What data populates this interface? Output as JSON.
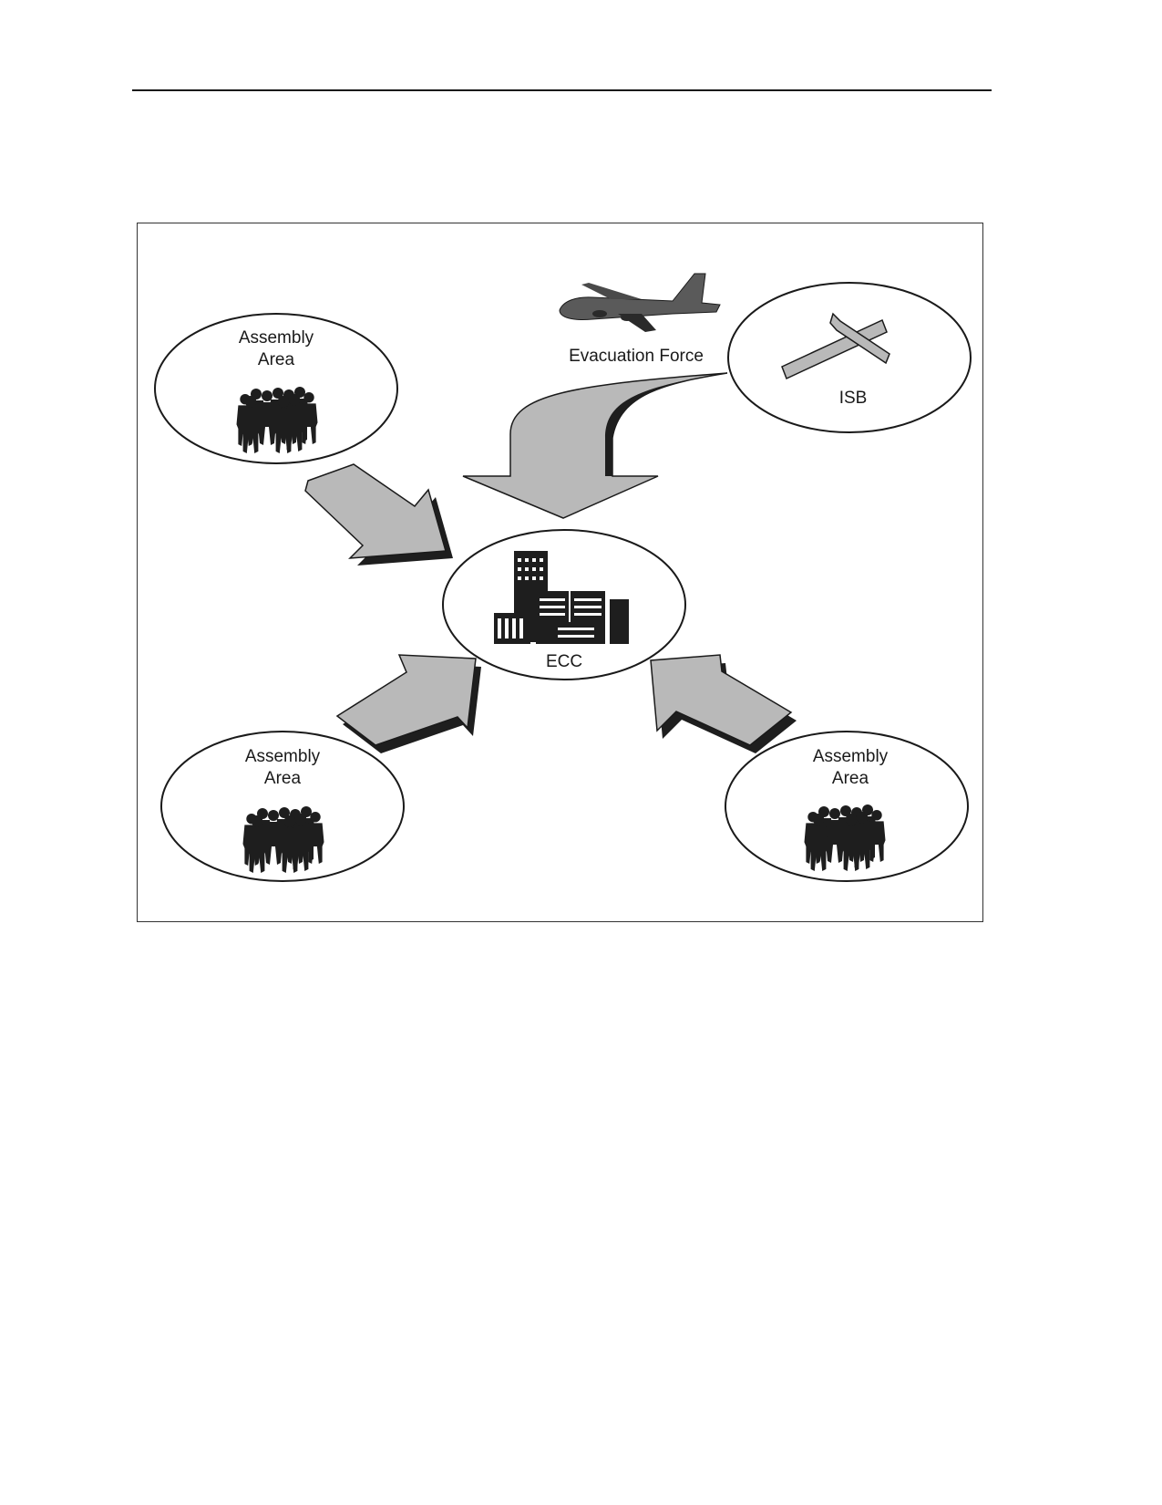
{
  "diagram": {
    "assembly_top_left": {
      "line1": "Assembly",
      "line2": "Area"
    },
    "assembly_bottom_left": {
      "line1": "Assembly",
      "line2": "Area"
    },
    "assembly_bottom_right": {
      "line1": "Assembly",
      "line2": "Area"
    },
    "evacuation_force_label": "Evacuation Force",
    "isb_label": "ISB",
    "ecc_label": "ECC"
  },
  "colors": {
    "arrow_fill": "#b9b9b9",
    "arrow_shadow": "#1e1e1e",
    "silhouette": "#1e1e1e",
    "stroke": "#1a1a1a"
  }
}
